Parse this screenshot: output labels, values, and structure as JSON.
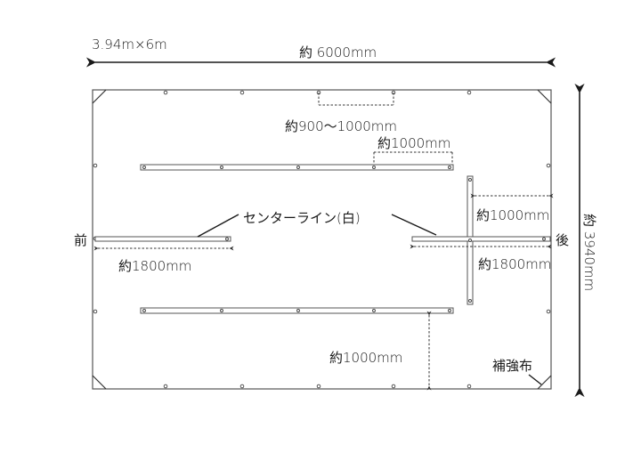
{
  "size_label": "3.94m×6m",
  "width_dimension": "約 6000mm",
  "height_dimension": "約 3940mm",
  "eyelet_spacing": "約900〜1000mm",
  "bar_spacing_top": "約1000mm",
  "bar_spacing_right": "約1000mm",
  "bar_spacing_bottom": "約1000mm",
  "center_line": "センターライン(白)",
  "center_left_length": "約1800mm",
  "center_right_length": "約1800mm",
  "front_label": "前",
  "rear_label": "後",
  "reinforcement_label": "補強布"
}
